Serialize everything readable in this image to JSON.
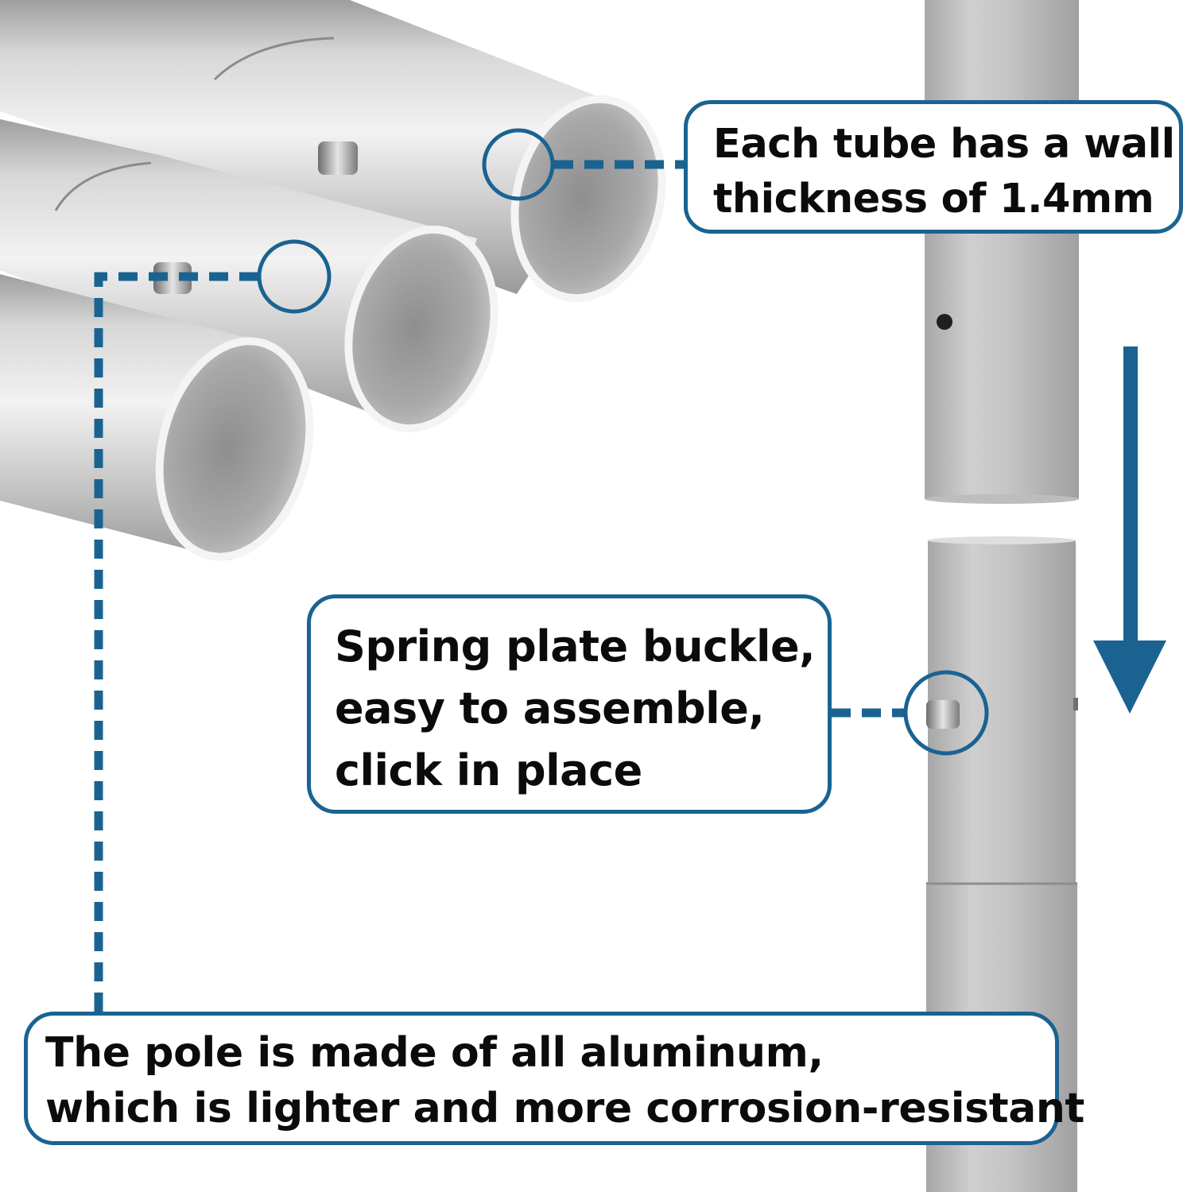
{
  "callouts": {
    "wall_thickness": {
      "lines": [
        "Each tube has a wall",
        "thickness of 1.4mm"
      ]
    },
    "spring_buckle": {
      "lines": [
        "Spring plate buckle,",
        "easy to assemble,",
        "click in place"
      ]
    },
    "material": {
      "lines": [
        "The pole is made of all aluminum,",
        "which is lighter and more corrosion-resistant"
      ]
    }
  },
  "colors": {
    "accent": "#1a6391",
    "metal_light": "#e9e9e9",
    "metal_mid": "#b9b9b9",
    "metal_dark": "#8f8f8f"
  },
  "icons": {
    "assembly_direction": "arrow-down-icon"
  }
}
